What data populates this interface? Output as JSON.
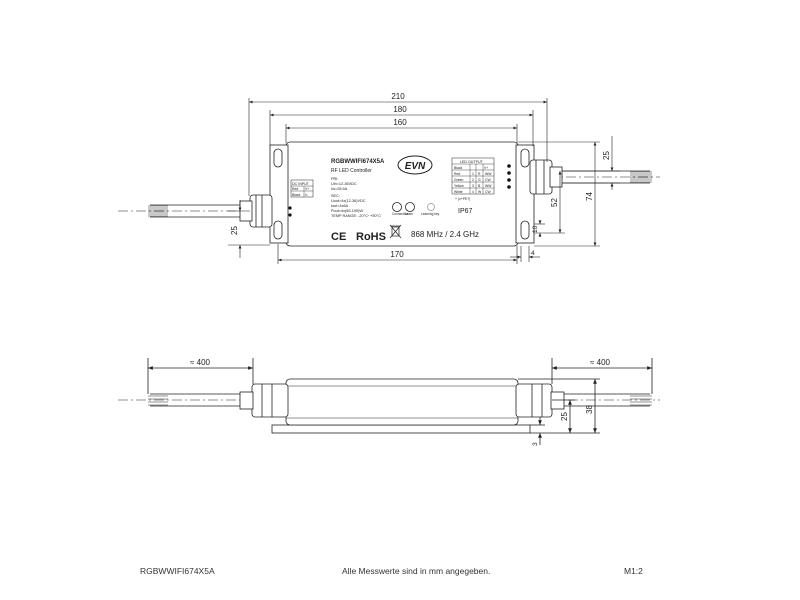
{
  "dimensions": {
    "top_210": "210",
    "top_180": "180",
    "top_160": "160",
    "top_170": "170",
    "right_25": "25",
    "right_52": "52",
    "right_74": "74",
    "right_10": "10",
    "right_4": "4",
    "left_25": "25",
    "side_left_400": "≈ 400",
    "side_right_400": "≈ 400",
    "side_25": "25",
    "side_38": "38",
    "side_3": "3"
  },
  "device": {
    "logo": "EVN",
    "model": "RGBWWIFI674X5A",
    "subtitle": "RF LED Controller",
    "pri_lines": [
      "PRI:",
      "Uin=12-36VDC",
      "Iin=28.5A"
    ],
    "sec_lines": [
      "SEC:",
      "Uout=4x(12-36)VDC",
      "Iout=4x6A",
      "Pout=4x(65-190)W",
      "TEMP RANGE: -20°C~+50°C"
    ],
    "dc_input_table": {
      "title": "DC INPUT",
      "rows": [
        [
          "Red",
          "V+"
        ],
        [
          "Black",
          "V-"
        ]
      ]
    },
    "led_output_table": {
      "title": "LED OUTPUT",
      "rows": [
        [
          "Black",
          "",
          "V+"
        ],
        [
          "Red",
          "1",
          "R",
          "WW"
        ],
        [
          "Green",
          "2",
          "G",
          "CW"
        ],
        [
          "Yellow",
          "3",
          "B",
          "WW"
        ],
        [
          "White",
          "4",
          "W",
          "CW"
        ]
      ],
      "note": "+ (v+PE?)"
    },
    "button_labels": [
      "Connection",
      "Learn",
      "Learning key"
    ],
    "ip_rating": "IP67",
    "ce_mark": "CE",
    "rohs_mark": "RoHS",
    "frequency": "868 MHz / 2.4 GHz"
  },
  "footer": {
    "left": "RGBWWIFI674X5A",
    "center": "Alle Messwerte sind in mm angegeben.",
    "right": "M1:2"
  }
}
